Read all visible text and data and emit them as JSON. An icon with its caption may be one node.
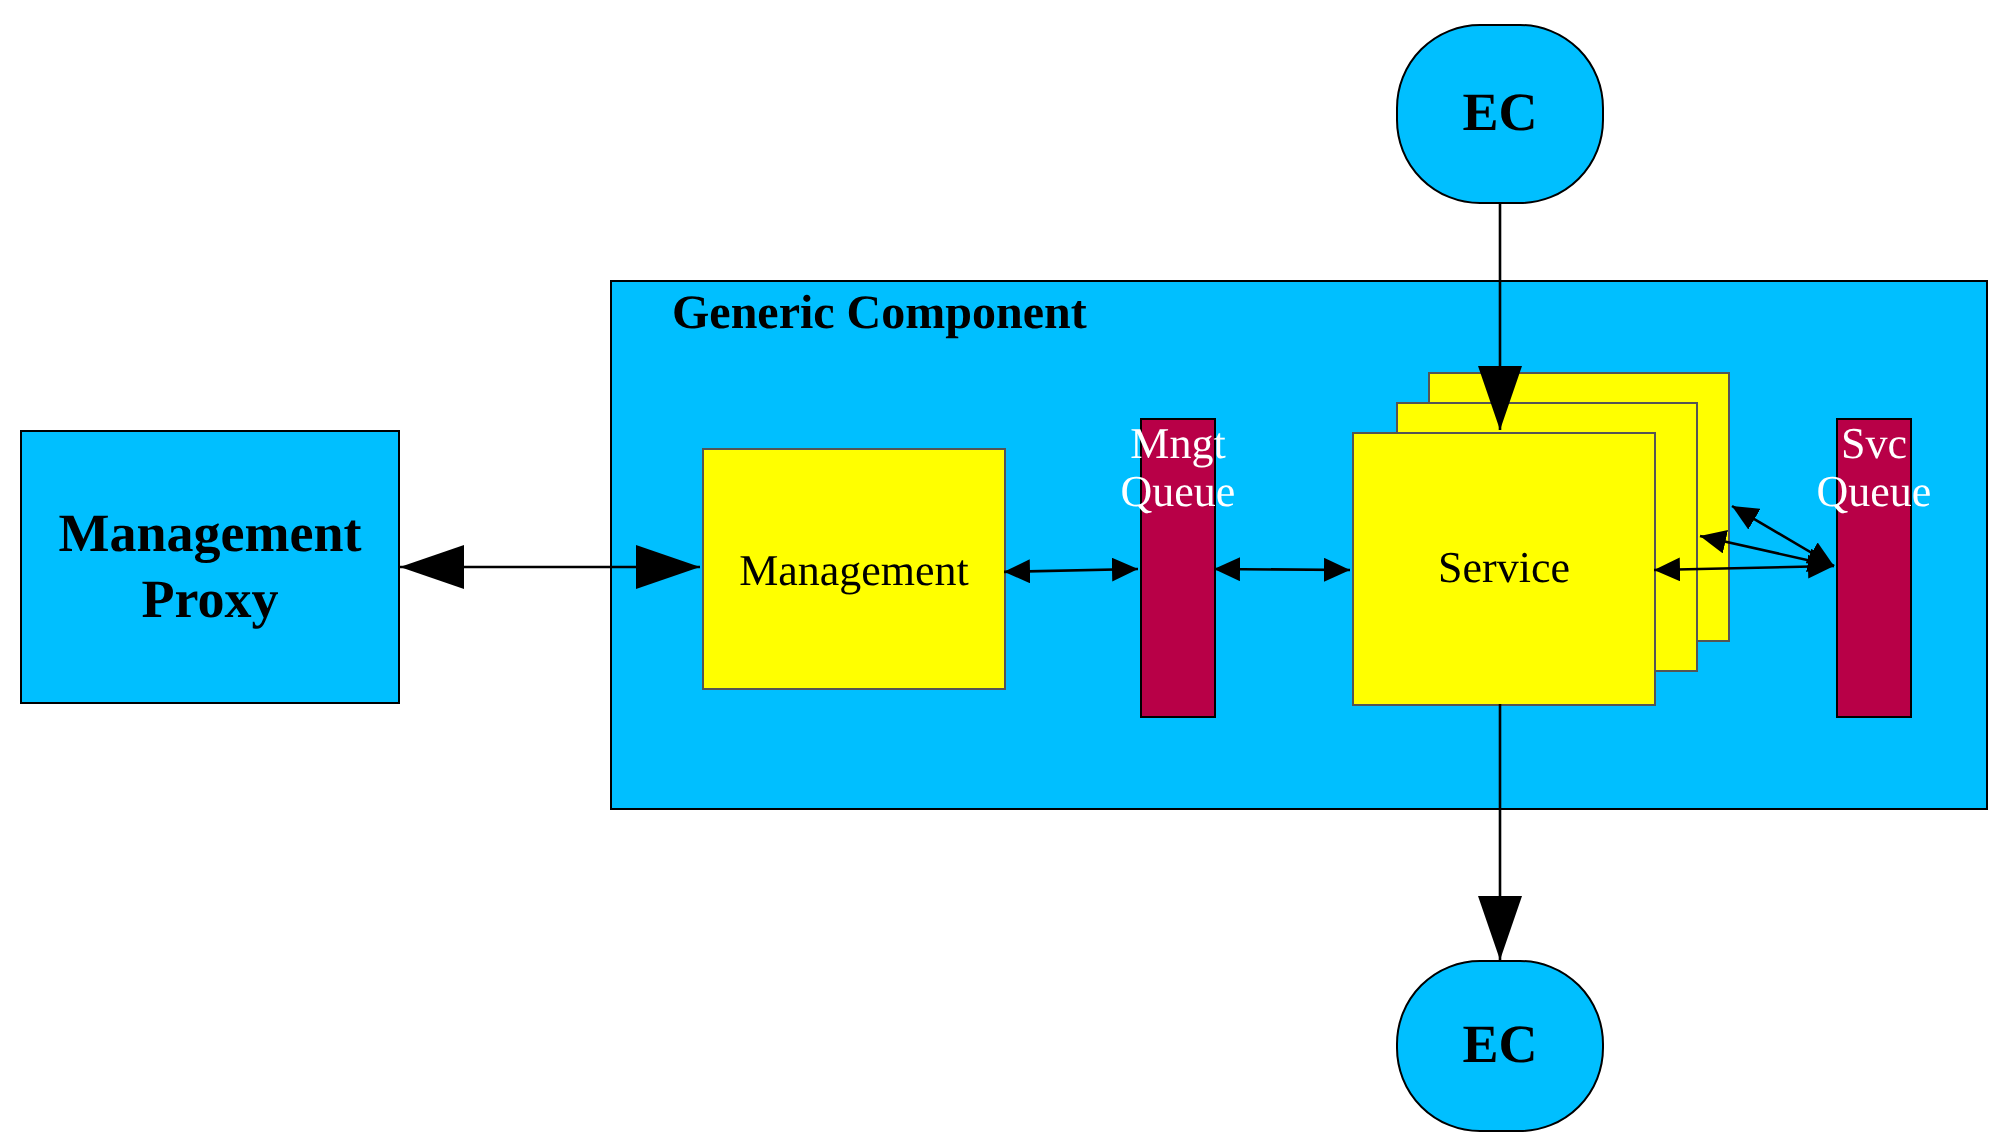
{
  "diagram": {
    "nodes": [
      {
        "text": [
          "EC"
        ]
      },
      {
        "text": [
          "Management Proxy"
        ]
      },
      {
        "text": [
          "Generic Component"
        ]
      },
      {
        "text": [
          "Management"
        ],
        "in": 2
      },
      {
        "text": [
          "Mngt Queue"
        ],
        "in": 2
      },
      {
        "text": [
          "Service"
        ],
        "in": 2
      },
      {
        "text": [
          "Svc Queue"
        ],
        "in": 2
      },
      {
        "text": [
          "EC"
        ]
      }
    ],
    "edges": [
      {
        "from": 0,
        "to": 5,
        "arrow": "to"
      },
      {
        "from": 1,
        "to": 3,
        "arrow": "both"
      },
      {
        "from": 3,
        "to": 4,
        "arrow": "both"
      },
      {
        "from": 4,
        "to": 5,
        "arrow": "both"
      },
      {
        "from": 6,
        "to": 5,
        "arrow": "both"
      },
      {
        "from": 6,
        "to": 5,
        "arrow": "both"
      },
      {
        "from": 6,
        "to": 5,
        "arrow": "both"
      },
      {
        "from": 5,
        "to": 7,
        "arrow": "to"
      }
    ]
  }
}
